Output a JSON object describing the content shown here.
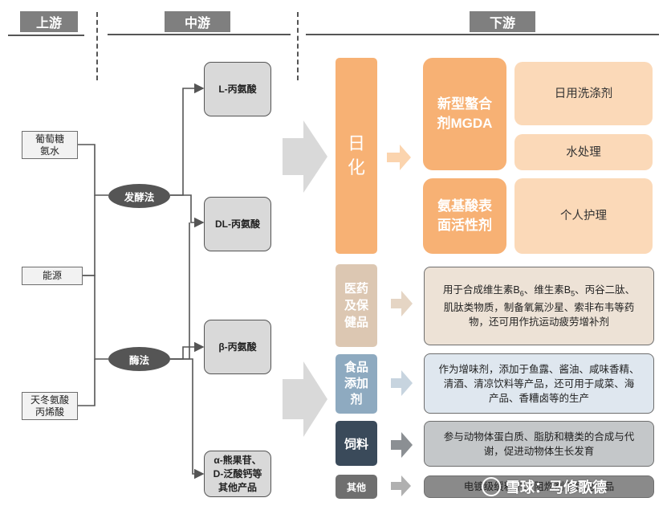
{
  "headers": {
    "upstream": "上游",
    "midstream": "中游",
    "downstream": "下游"
  },
  "sources": {
    "glucose": [
      "葡萄糖",
      "氨水"
    ],
    "energy": "能源",
    "aspartic": [
      "天冬氨酸",
      "丙烯酸"
    ]
  },
  "methods": {
    "fermentation": "发酵法",
    "enzyme": "酶法"
  },
  "products": {
    "l_alanine": "L-丙氨酸",
    "dl_alanine": "DL-丙氨酸",
    "beta_alanine": "β-丙氨酸",
    "others": [
      "α-熊果苷、",
      "D-泛酸钙等",
      "其他产品"
    ]
  },
  "categories": {
    "daily_chem": [
      "日",
      "化"
    ],
    "medicine": [
      "医药",
      "及保",
      "健品"
    ],
    "food": [
      "食品",
      "添加",
      "剂"
    ],
    "feed": "饲料",
    "other": "其他"
  },
  "daily_chem_groups": {
    "mgda": [
      "新型螯合",
      "剂MGDA"
    ],
    "surfactant": [
      "氨基酸表",
      "面活性剂"
    ],
    "detergent": "日用洗涤剂",
    "water": "水处理",
    "personal_care": "个人护理"
  },
  "descriptions": {
    "medicine": [
      "用于合成维生素B",
      "6",
      "、维生素B",
      "5",
      "、丙谷二肽、",
      "肌肽类物质，制备氧氟沙星、索非布韦等药",
      "物，还可用作抗运动疲劳增补剂"
    ],
    "food": [
      "作为增味剂，添加于鱼露、酱油、咸味香精、",
      "清酒、清凉饮料等产品，还可用于咸菜、海",
      "产品、香糟卤等的生产"
    ],
    "feed": [
      "参与动物体蛋白质、脂肪和糖类的合成与代",
      "谢，促进动物体生长发育"
    ],
    "other": "电镀级缓释剂、阻燃剂等其他产品"
  },
  "watermark": "雪球：马修歌德",
  "colors": {
    "header": "#7f7f7f",
    "orange": "#f7b174",
    "orange_light": "#fbd9b8",
    "tan": "#dcc7b2",
    "tan_light": "#ede2d6",
    "blue": "#8eaac0",
    "blue_light": "#dfe7ef",
    "navy": "#3a4a5a",
    "gray_desc": "#c4c7c9",
    "gray_dark": "#7a7a7a"
  }
}
